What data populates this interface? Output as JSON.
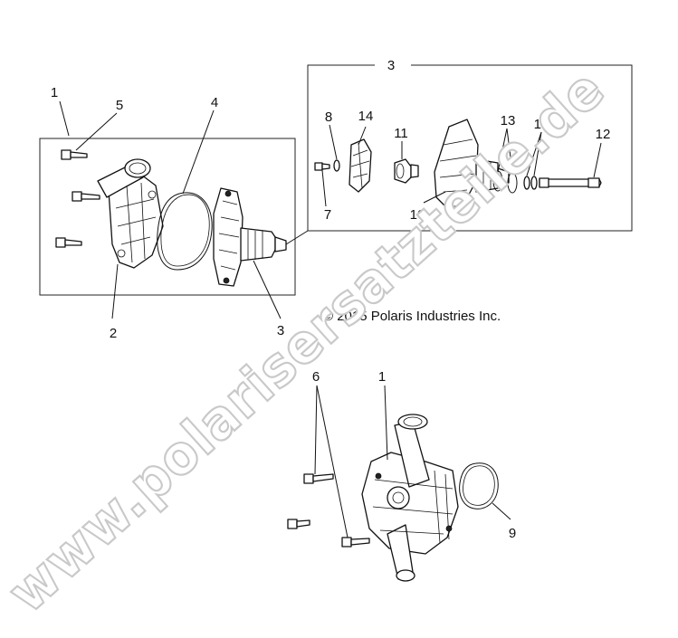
{
  "callouts": {
    "c1_top": "1",
    "c5": "5",
    "c4": "4",
    "c2": "2",
    "c3_left": "3",
    "c3_box": "3",
    "c8": "8",
    "c14": "14",
    "c11": "11",
    "c13": "13",
    "c15": "15",
    "c12": "12",
    "c7": "7",
    "c10": "10",
    "c6": "6",
    "c1_bottom": "1",
    "c9": "9"
  },
  "copyright": "© 2015 Polaris Industries Inc.",
  "watermark": "www.polarisersatzteile.de"
}
